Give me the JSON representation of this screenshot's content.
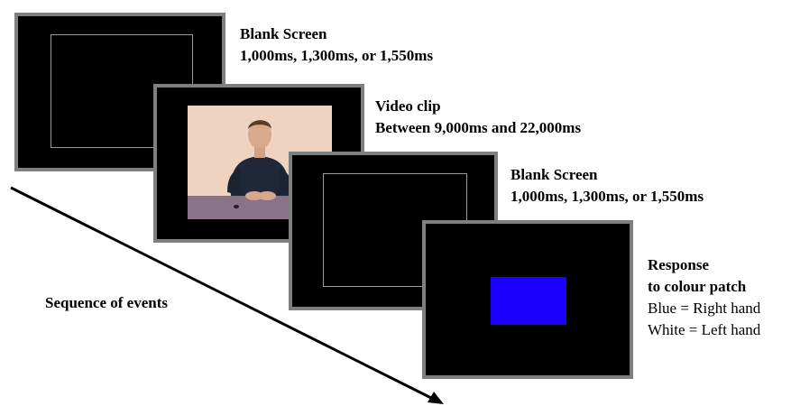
{
  "screens": [
    {
      "title": "Blank Screen",
      "duration": "1,000ms, 1,300ms, or 1,550ms"
    },
    {
      "title": "Video clip",
      "duration": "Between 9,000ms and 22,000ms"
    },
    {
      "title": "Blank Screen",
      "duration": "1,000ms, 1,300ms, or 1,550ms"
    },
    {
      "title": "Response",
      "subtitle": "to colour patch",
      "mapping_blue": "Blue = Right hand",
      "mapping_white": "White = Left hand"
    }
  ],
  "sequence_label": "Sequence of events",
  "colors": {
    "screen_bg": "#000000",
    "screen_border": "#7f7f7f",
    "inner_frame": "#9a9a9a",
    "colour_patch": "#1a00ff"
  },
  "icons": {
    "video_content": "person-seated-at-table"
  }
}
